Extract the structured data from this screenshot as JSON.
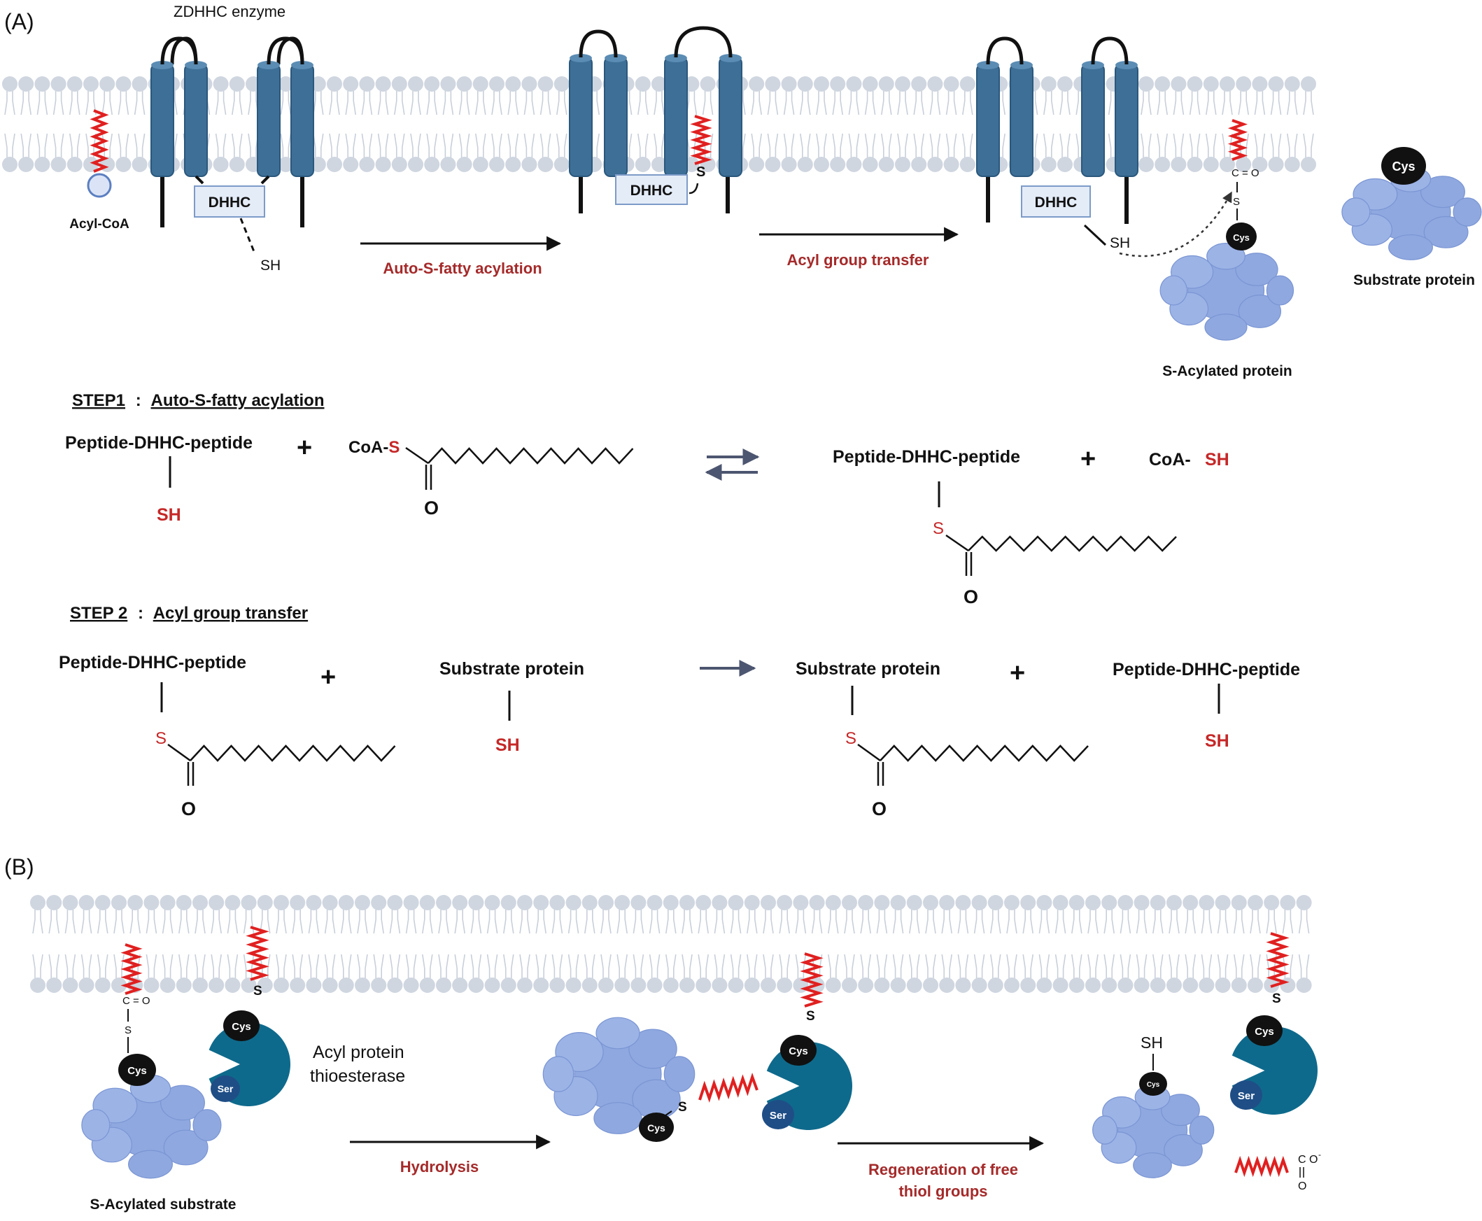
{
  "panel_a": {
    "label": "(A)",
    "enzyme_title": "ZDHHC enzyme",
    "dhhc_box": "DHHC",
    "sh": "SH",
    "s": "S",
    "acyl_coa": "Acyl-CoA",
    "arrow1": "Auto-S-fatty acylation",
    "arrow2": "Acyl group transfer",
    "cys": "Cys",
    "carbonyl": "C = O",
    "s_acylated_protein": "S-Acylated protein",
    "substrate_protein": "Substrate protein"
  },
  "step1": {
    "heading_step": "STEP1",
    "heading_sep": ":",
    "heading_name": "Auto-S-fatty acylation",
    "peptide": "Peptide-DHHC-peptide",
    "sh": "SH",
    "plus": "+",
    "coa_prefix": "CoA-",
    "s": "S",
    "o": "O",
    "coa_sh_prefix": "CoA-",
    "coa_sh": "SH"
  },
  "step2": {
    "heading_step": "STEP 2",
    "heading_sep": ":",
    "heading_name": "Acyl group transfer",
    "peptide": "Peptide-DHHC-peptide",
    "substrate": "Substrate protein",
    "sh": "SH",
    "s": "S",
    "o": "O",
    "plus": "+"
  },
  "panel_b": {
    "label": "(B)",
    "cys": "Cys",
    "ser": "Ser",
    "carbonyl": "C = O",
    "s": "S",
    "sh": "SH",
    "cys_small": "Cys",
    "apt_line1": "Acyl protein",
    "apt_line2": "thioesterase",
    "arrow1": "Hydrolysis",
    "arrow2_line1": "Regeneration of free",
    "arrow2_line2": "thiol groups",
    "s_acylated_substrate": "S-Acylated substrate",
    "carboxylate_c": "C",
    "carboxylate_o1": "O",
    "carboxylate_o2": "O",
    "carboxylate_minus": "-"
  },
  "colors": {
    "helix": "#3d6f97",
    "helix_dark": "#2b587d",
    "lipid_head": "#cfd6e0",
    "protein": "#8fa8e0",
    "red_accent": "#c62828",
    "dark_red": "#a52a2a",
    "thioesterase": "#0e6a8c",
    "ser": "#1f4e86"
  }
}
